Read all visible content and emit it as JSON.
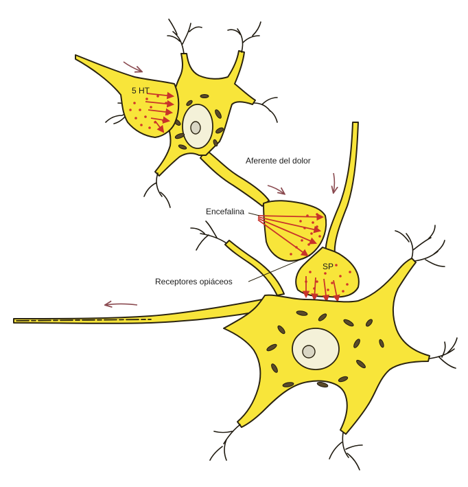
{
  "labels": {
    "serotonin": "5 HT",
    "pain_afferent": "Aferente del dolor",
    "enkephalin": "Encefalina",
    "substance_p": "SP",
    "opiate_receptors": "Receptores opiáceos"
  },
  "colors": {
    "cell_fill": "#f8e53a",
    "outline": "#2a2310",
    "vesicle": "#d0362b",
    "direction_arrow": "#8a4a50"
  }
}
